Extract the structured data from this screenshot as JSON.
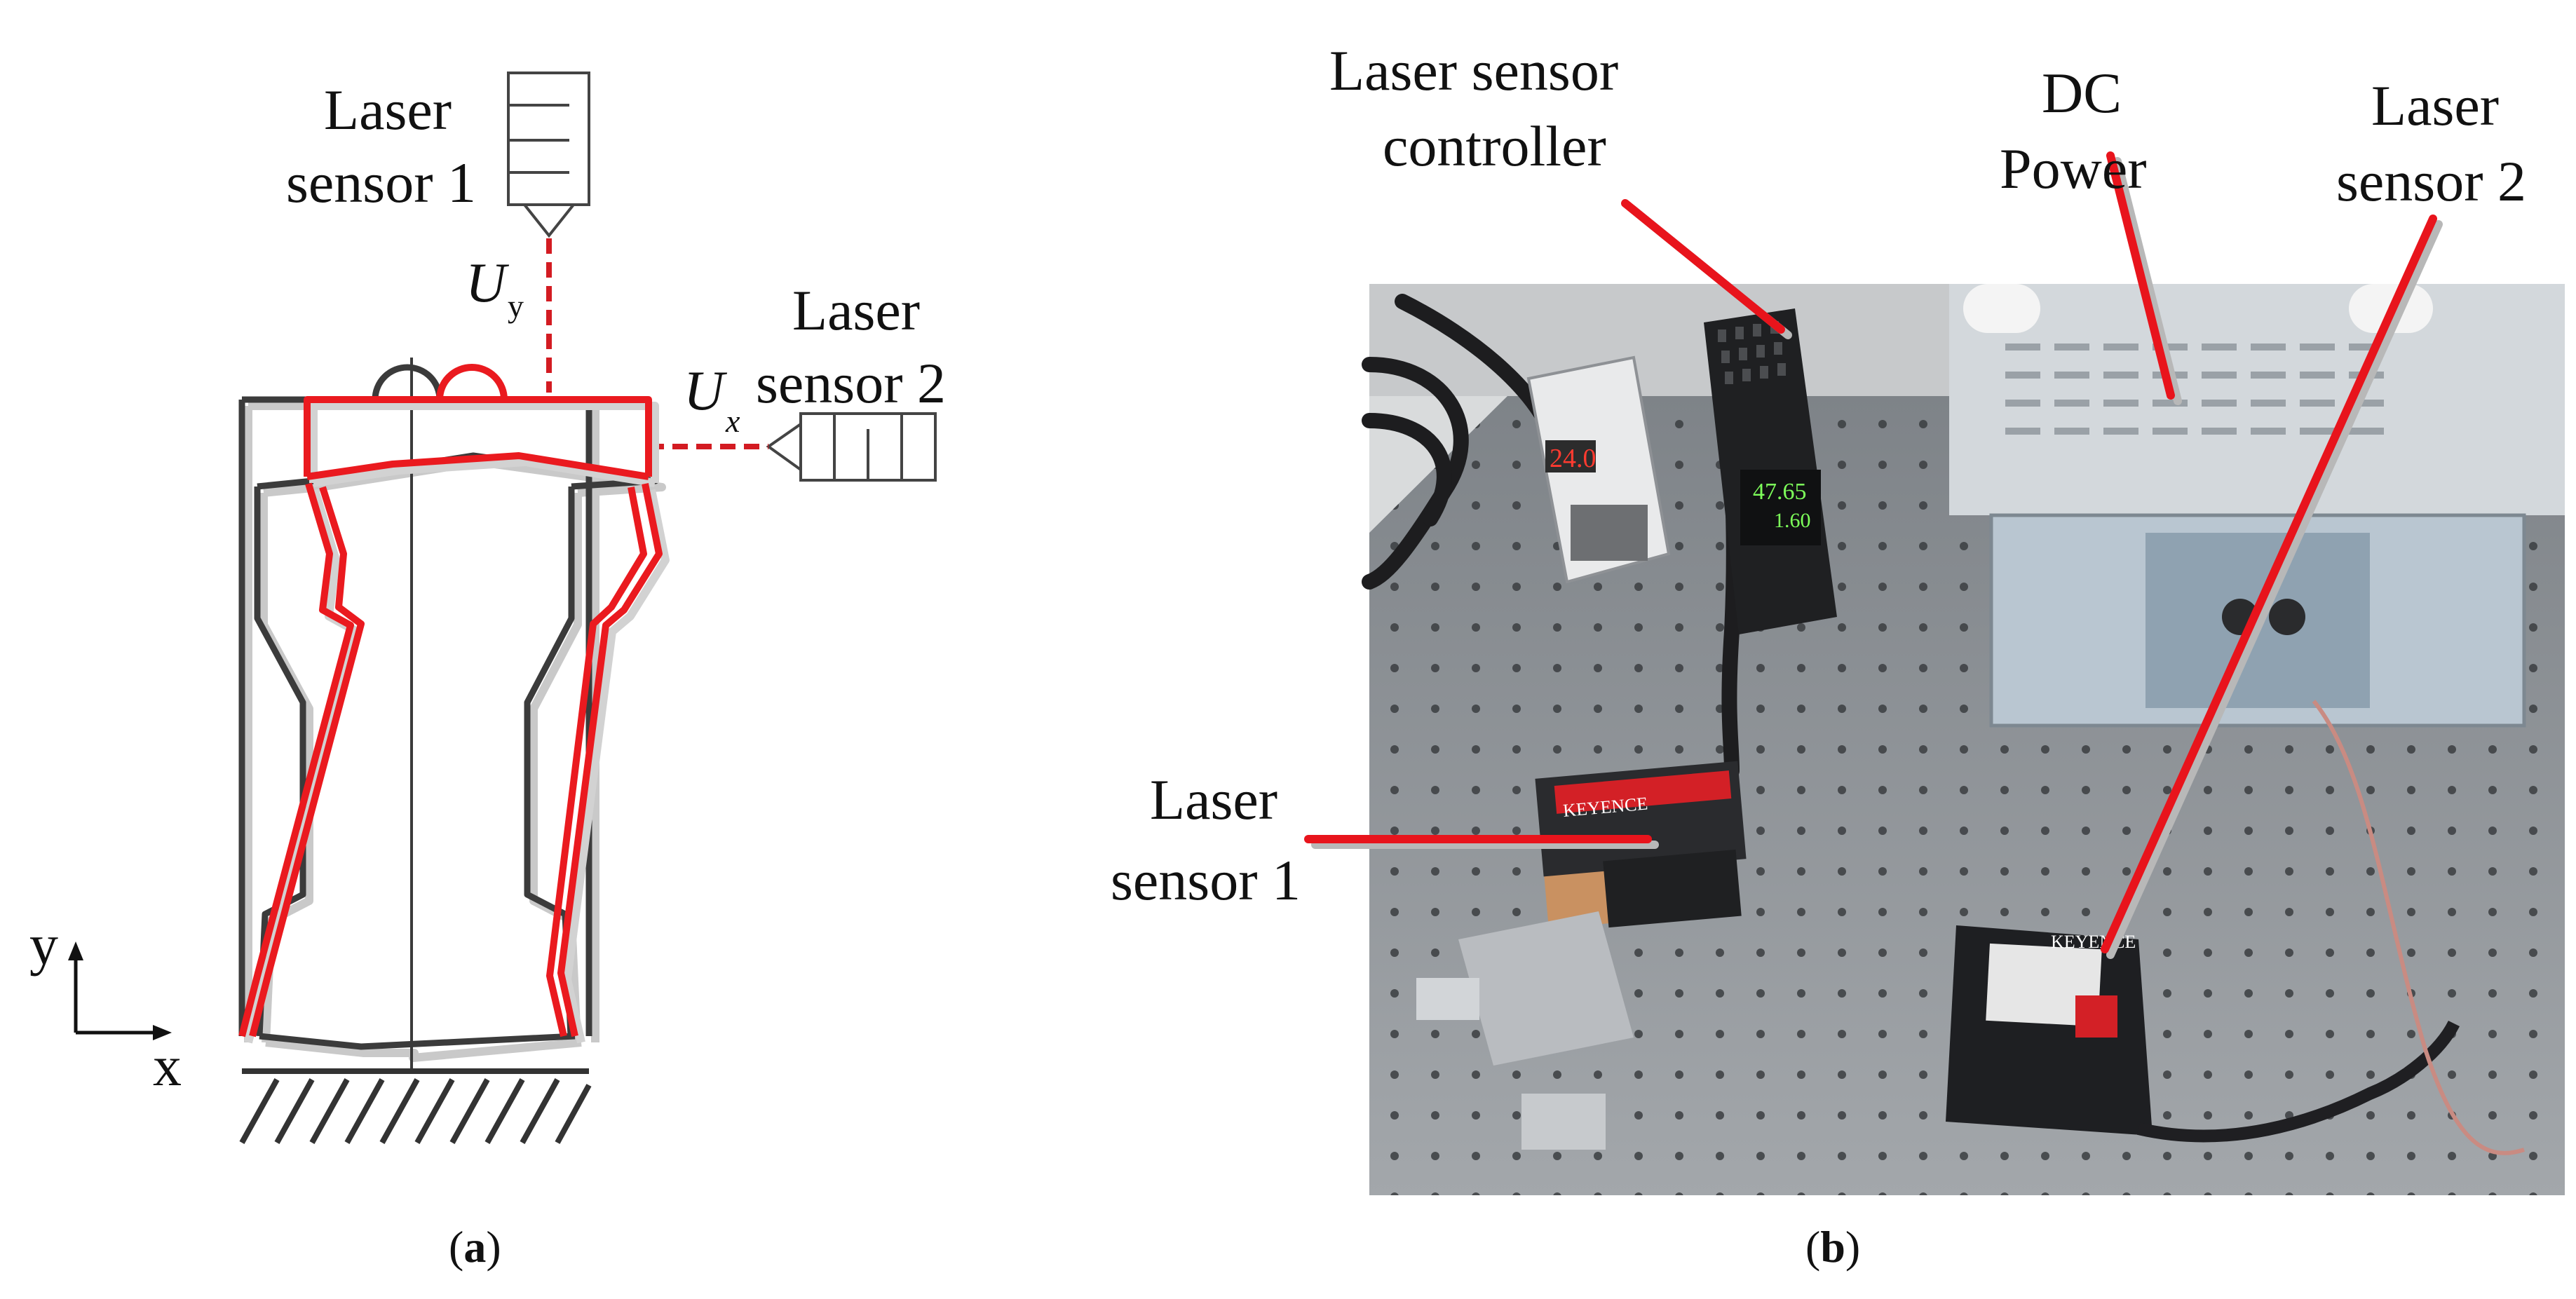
{
  "panel_a": {
    "caption_open": "(",
    "caption_letter": "a",
    "caption_close": ")",
    "sensor1_label_line1": "Laser",
    "sensor1_label_line2": "sensor 1",
    "sensor2_label_line1": "Laser",
    "sensor2_label_line2": "sensor 2",
    "uy_symbol": "U",
    "uy_subscript": "y",
    "ux_symbol": "U",
    "ux_subscript": "x",
    "axis_y": "y",
    "axis_x": "x"
  },
  "panel_b": {
    "caption_open": "(",
    "caption_letter": "b",
    "caption_close": ")",
    "controller_label_line1": "Laser sensor",
    "controller_label_line2": "controller",
    "dc_label_line1": "DC",
    "dc_label_line2": "Power",
    "sensor2_label_line1": "Laser",
    "sensor2_label_line2": "sensor 2",
    "sensor1_label_line1": "Laser",
    "sensor1_label_line2": "sensor 1",
    "psu_display": "24.0",
    "controller_display_top": "47.65",
    "controller_display_bottom": "1.60",
    "brand_name": "KEYENCE"
  },
  "colors": {
    "deformed": "#e8141c",
    "structure": "#3c3c3c",
    "table": "#8e9398"
  }
}
